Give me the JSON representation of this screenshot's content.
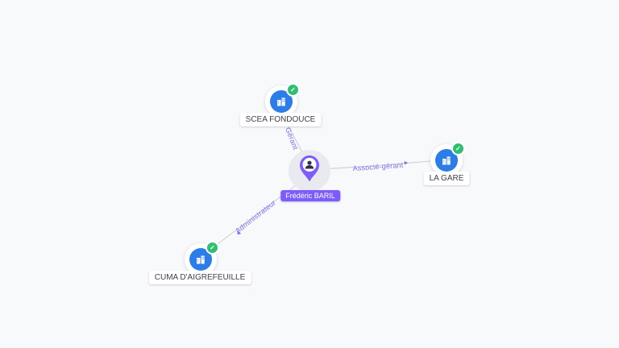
{
  "person": {
    "name": "Frédéric BARIL"
  },
  "companies": [
    {
      "name": "SCEA FONDOUCE",
      "status": "active",
      "icon": "building-icon"
    },
    {
      "name": "LA GARE",
      "status": "active",
      "icon": "building-icon"
    },
    {
      "name": "CUMA D'AIGREFEUILLE",
      "status": "active",
      "icon": "building-icon"
    }
  ],
  "relationships": [
    {
      "from": "Frédéric BARIL",
      "to": "SCEA FONDOUCE",
      "role": "Gérant",
      "arrow": "▸"
    },
    {
      "from": "Frédéric BARIL",
      "to": "LA GARE",
      "role": "Associé-gérant",
      "arrow": "▸"
    },
    {
      "from": "Frédéric BARIL",
      "to": "CUMA D'AIGREFEUILLE",
      "role": "Administrateur",
      "arrow": "▸"
    }
  ],
  "colors": {
    "accent": "#7c5cfc",
    "company_blue": "#2b7de9",
    "check_green": "#2fbf71",
    "edge_line": "#c9cdd6",
    "edge_text": "#7a70ee",
    "label_text": "#3f3f4a",
    "background": "#f8f9fb",
    "node_backdrop": "#e9e9f0"
  }
}
